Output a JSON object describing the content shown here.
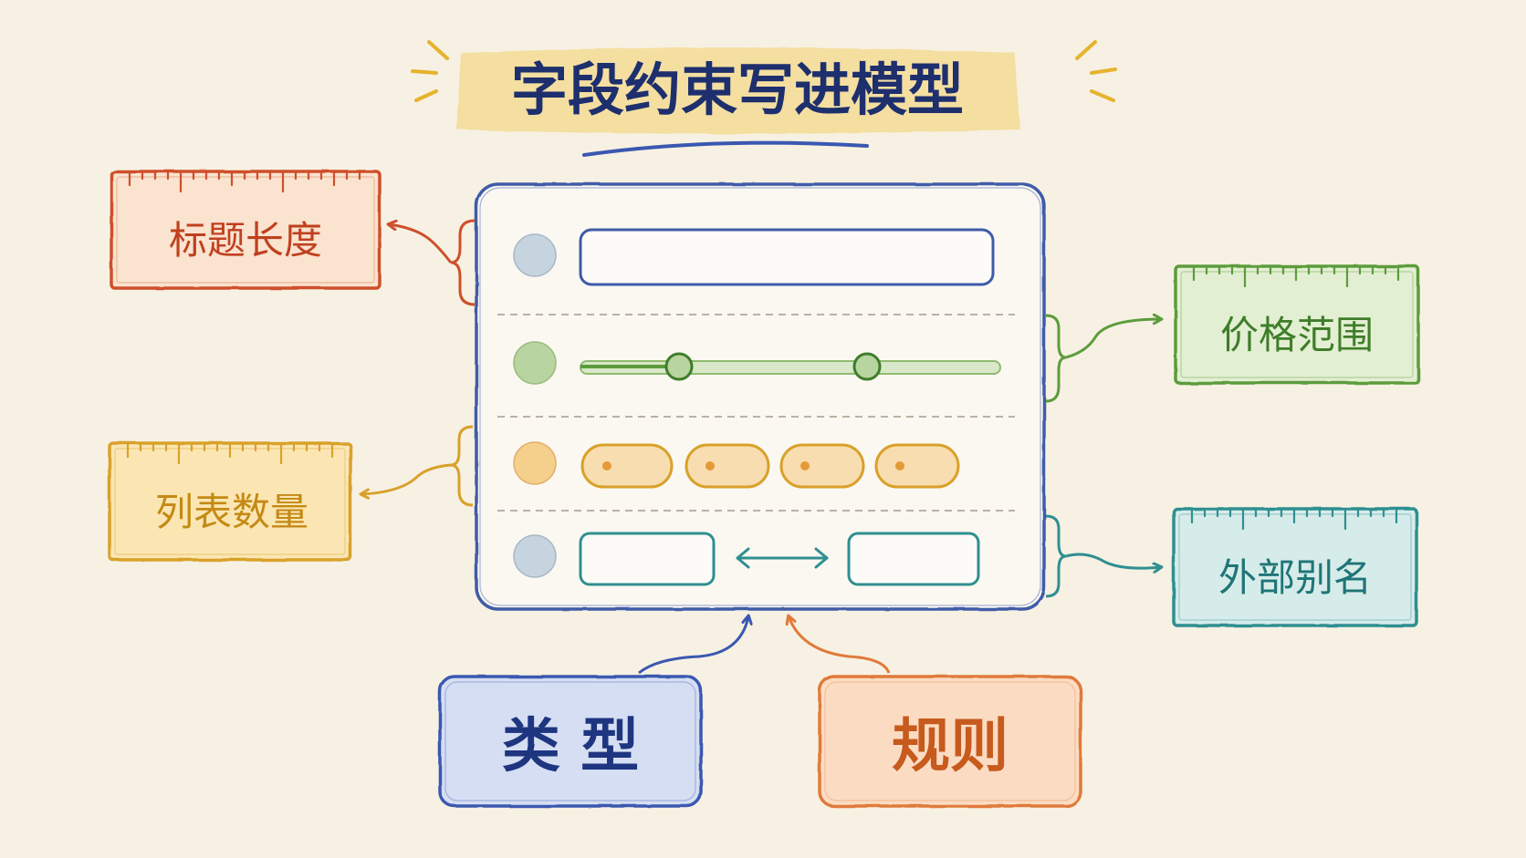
{
  "title": "字段约束写进模型",
  "labels": {
    "title_length": "标题长度",
    "list_count": "列表数量",
    "price_range": "价格范围",
    "external_alias": "外部别名"
  },
  "sources": {
    "type": "类 型",
    "rule": "规则"
  },
  "colors": {
    "background": "#f7f1e3",
    "title_text": "#1e2f6e",
    "title_highlight": "#f4d98c",
    "card_border": "#3f5ba8",
    "red": "#cf4f2c",
    "orange_yellow": "#d9a12a",
    "green": "#5c9c3c",
    "teal": "#2f8f91",
    "blue": "#3a58b0",
    "orange": "#e07a3a"
  }
}
